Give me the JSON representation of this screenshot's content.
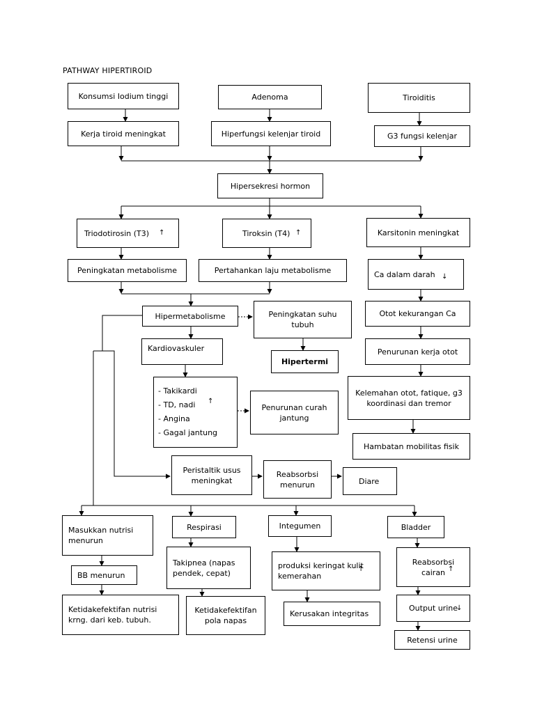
{
  "title": "PATHWAY HIPERTIROID",
  "nodes": {
    "konsumsi": "Konsumsi Iodium tinggi",
    "adenoma": "Adenoma",
    "tiroiditis": "Tiroiditis",
    "kerja_tiroid": "Kerja tiroid meningkat",
    "hiperfungsi": "Hiperfungsi kelenjar tiroid",
    "g3_fungsi": "G3 fungsi kelenjar",
    "hipersekresi": "Hipersekresi hormon",
    "t3": "Triodotirosin (T3)",
    "t4": "Tiroksin (T4)",
    "karsitonin": "Karsitonin meningkat",
    "peningkatan_metabolisme": "Peningkatan metabolisme",
    "pertahankan": "Pertahankan laju metabolisme",
    "ca_darah": "Ca dalam darah",
    "hipermetabolisme": "Hipermetabolisme",
    "suhu": "Peningkatan suhu tubuh",
    "otot_ca": "Otot  kekurangan Ca",
    "kardiovaskuler": "Kardiovaskuler",
    "hipertermi": "Hipertermi",
    "penurunan_kerja_otot": "Penurunan kerja otot",
    "cv_list": [
      "Takikardi",
      "TD, nadi",
      "Angina",
      "Gagal jantung"
    ],
    "curah_jantung": "Penurunan curah jantung",
    "kelemahan": "Kelemahan otot, fatique, g3 koordinasi dan tremor",
    "hambatan": "Hambatan mobilitas fisik",
    "peristaltik": "Peristaltik usus meningkat",
    "reabsorbsi_menurun": "Reabsorbsi menurun",
    "diare": "Diare",
    "masukkan": "Masukkan nutrisi menurun",
    "respirasi": "Respirasi",
    "integumen": "Integumen",
    "bladder": "Bladder",
    "bb": "BB menurun",
    "takipnea": "Takipnea (napas pendek, cepat)",
    "keringat": "produksi keringat kulit kemerahan",
    "reabsorbsi_cairan": "Reabsorbsi cairan",
    "ketidak_nutrisi": "Ketidakefektifan nutrisi krng. dari keb. tubuh.",
    "ketidak_napas": "Ketidakefektifan pola napas",
    "kerusakan": "Kerusakan integritas",
    "output": "Output urine",
    "retensi": "Retensi urine"
  },
  "marks": {
    "up": "↑",
    "down": "↓"
  }
}
